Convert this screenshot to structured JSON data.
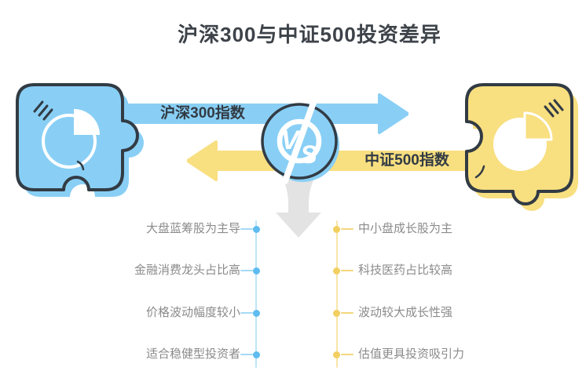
{
  "title": "沪深300与中证500投资差异",
  "versus_badge": {
    "v": "V",
    "s": "S"
  },
  "blue_side": {
    "arrow_label": "沪深300指数",
    "items": [
      "大盘蓝筹股为主导",
      "金融消费龙头占比高",
      "价格波动幅度较小",
      "适合稳健型投资者"
    ]
  },
  "yellow_side": {
    "arrow_label": "中证500指数",
    "items": [
      "中小盘成长股为主",
      "科技医药占比较高",
      "波动较大成长性强",
      "估值更具投资吸引力"
    ]
  },
  "icons": {
    "left": "puzzle-piece-pie-chart-icon",
    "right": "puzzle-piece-pie-chart-icon",
    "center": "vs-lightning-badge-icon",
    "flow": "down-arrow-icon"
  },
  "colors": {
    "blue": "#89CFF5",
    "yellow": "#F8DF80",
    "outline": "#323B44",
    "gray_arrow": "#E3E3E3",
    "text_gray": "#8B8B8B",
    "title_text": "#3D4349",
    "dot_blue": "#5FBCF0",
    "dot_yellow": "#F2CF61"
  }
}
